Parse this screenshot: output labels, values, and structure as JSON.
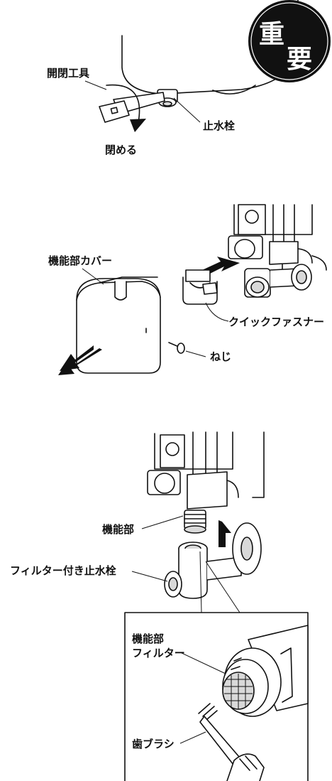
{
  "badge": {
    "char_top": "重",
    "char_bottom": "要"
  },
  "section1": {
    "tool_label": "開閉工具",
    "action_label": "閉める",
    "valve_label": "止水栓"
  },
  "section2": {
    "cover_label": "機能部カバー",
    "fastener_label": "クイックファスナー",
    "screw_label": "ねじ"
  },
  "section3": {
    "unit_label": "機能部",
    "filter_valve_label": "フィルター付き止水栓",
    "inset": {
      "filter_label_line1": "機能部",
      "filter_label_line2": "フィルター",
      "brush_label": "歯ブラシ"
    }
  }
}
